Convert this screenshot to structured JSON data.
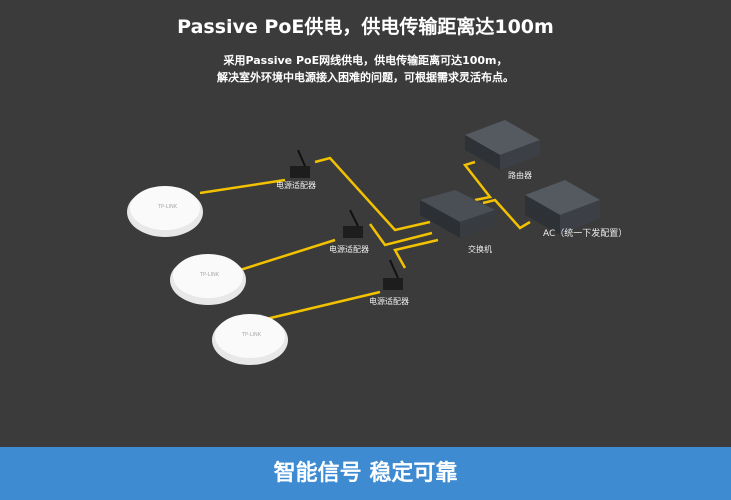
{
  "header": {
    "title": "Passive PoE供电，供电传输距离达100m",
    "line1": "采用Passive PoE网线供电，供电传输距离可达100m，",
    "line2": "解决室外环境中电源接入困难的问题，可根据需求灵活布点。"
  },
  "diagram": {
    "adapter_label": "电源适配器",
    "router_label": "路由器",
    "switch_label": "交换机",
    "ac_label": "AC（统一下发配置）",
    "ap_brand": "TP-LINK",
    "cable_color": "#f2c200"
  },
  "banner": {
    "text": "智能信号 稳定可靠"
  }
}
